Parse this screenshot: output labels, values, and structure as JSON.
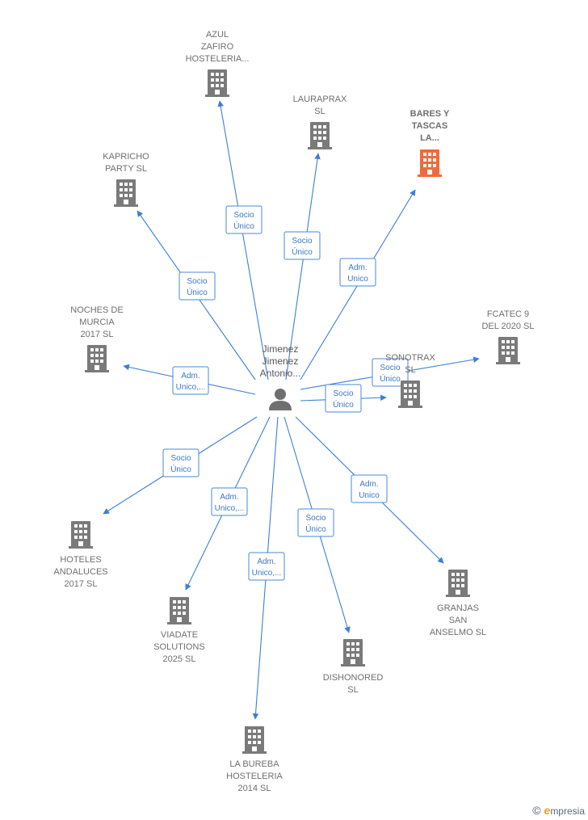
{
  "colors": {
    "edge": "#3d7fd6",
    "building": "#7a7a7a",
    "highlight": "#f26a3c"
  },
  "center": {
    "label_lines": [
      "Jimenez",
      "Jimenez",
      "Antonio..."
    ],
    "icon": "person-icon"
  },
  "nodes": [
    {
      "id": "azul",
      "label_lines": [
        "AZUL",
        "ZAFIRO",
        "HOSTELERIA..."
      ],
      "highlight": false
    },
    {
      "id": "lauraprax",
      "label_lines": [
        "LAURAPRAX",
        "SL"
      ],
      "highlight": false
    },
    {
      "id": "bares",
      "label_lines": [
        "BARES Y",
        "TASCAS",
        "LA..."
      ],
      "highlight": true
    },
    {
      "id": "kapricho",
      "label_lines": [
        "KAPRICHO",
        "PARTY  SL"
      ],
      "highlight": false
    },
    {
      "id": "noches",
      "label_lines": [
        "NOCHES DE",
        "MURCIA",
        "2017  SL"
      ],
      "highlight": false
    },
    {
      "id": "fcatec",
      "label_lines": [
        "FCATEC 9",
        "DEL 2020  SL"
      ],
      "highlight": false
    },
    {
      "id": "sonotrax",
      "label_lines": [
        "SONOTRAX",
        "SL"
      ],
      "highlight": false
    },
    {
      "id": "hoteles",
      "label_lines": [
        "HOTELES",
        "ANDALUCES",
        "2017  SL"
      ],
      "highlight": false
    },
    {
      "id": "viadate",
      "label_lines": [
        "VIADATE",
        "SOLUTIONS",
        "2025  SL"
      ],
      "highlight": false
    },
    {
      "id": "bureba",
      "label_lines": [
        "LA BUREBA",
        "HOSTELERIA",
        "2014  SL"
      ],
      "highlight": false
    },
    {
      "id": "dishonored",
      "label_lines": [
        "DISHONORED",
        "SL"
      ],
      "highlight": false
    },
    {
      "id": "granjas",
      "label_lines": [
        "GRANJAS",
        "SAN",
        "ANSELMO SL"
      ],
      "highlight": false
    }
  ],
  "edges": [
    {
      "to": "azul",
      "label_lines": [
        "Socio",
        "Único"
      ]
    },
    {
      "to": "lauraprax",
      "label_lines": [
        "Socio",
        "Único"
      ]
    },
    {
      "to": "bares",
      "label_lines": [
        "Adm.",
        "Unico"
      ]
    },
    {
      "to": "kapricho",
      "label_lines": [
        "Socio",
        "Único"
      ]
    },
    {
      "to": "noches",
      "label_lines": [
        "Adm.",
        "Unico,..."
      ]
    },
    {
      "to": "fcatec",
      "label_lines": [
        "Socio",
        "Único"
      ]
    },
    {
      "to": "sonotrax",
      "label_lines": [
        "Socio",
        "Único"
      ]
    },
    {
      "to": "hoteles",
      "label_lines": [
        "Socio",
        "Único"
      ]
    },
    {
      "to": "viadate",
      "label_lines": [
        "Adm.",
        "Unico,..."
      ]
    },
    {
      "to": "bureba",
      "label_lines": [
        "Adm.",
        "Unico,..."
      ]
    },
    {
      "to": "dishonored",
      "label_lines": [
        "Socio",
        "Único"
      ]
    },
    {
      "to": "granjas",
      "label_lines": [
        "Adm.",
        "Unico"
      ]
    }
  ],
  "brand": {
    "copyright": "©",
    "initial": "e",
    "name": "mpresia"
  }
}
